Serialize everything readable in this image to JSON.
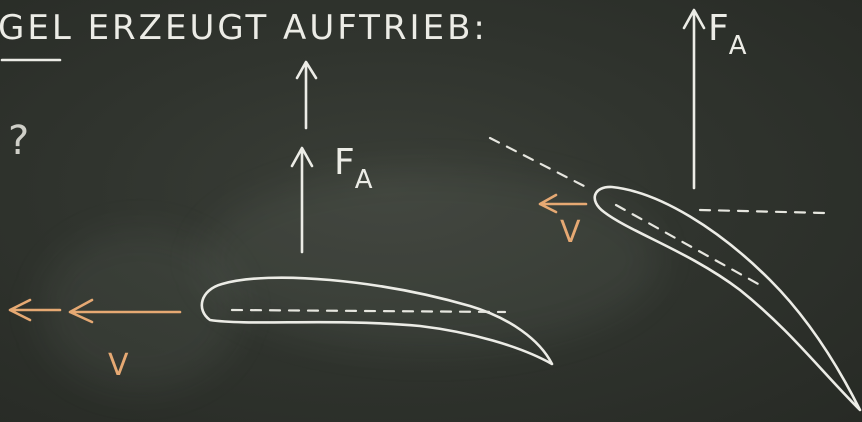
{
  "headline": "GEL ERZEUGT AUFTRIEB:",
  "question_mark": "?",
  "lift_label_middle": "F",
  "lift_sub_middle": "A",
  "lift_label_top": "F",
  "lift_sub_top": "A",
  "velocity_label_left": "V",
  "velocity_label_right": "V",
  "colors": {
    "board": "#30342e",
    "chalk": "#ecece6",
    "orange_chalk": "#e6a973"
  }
}
